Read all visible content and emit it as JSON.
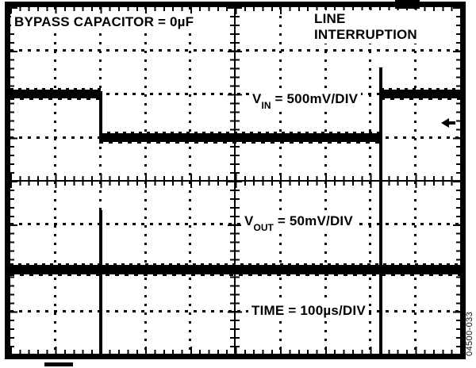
{
  "figure": {
    "annotation_top_left": "BYPASS CAPACITOR = 0µF",
    "annotation_top_right_line1": "LINE",
    "annotation_top_right_line2": "INTERRUPTION",
    "figure_number": "04500-033"
  },
  "labels": {
    "vin": {
      "symbol": "V",
      "subscript": "IN",
      "rest": " = 500mV/DIV"
    },
    "vout": {
      "symbol": "V",
      "subscript": "OUT",
      "rest": " = 50mV/DIV"
    },
    "time": "TIME = 100µs/DIV"
  },
  "colors": {
    "trace": "#000000",
    "background": "#ffffff",
    "text": "#000000"
  },
  "chart_data": {
    "type": "line",
    "title": "LINE INTERRUPTION",
    "subtitle": "BYPASS CAPACITOR = 0µF",
    "x_axis": {
      "label": "TIME",
      "scale": "100µs/DIV",
      "divisions": 10
    },
    "y_axis": {
      "divisions": 8
    },
    "grid": "oscilloscope graticule: dotted division lines, tick-marked center axes and borders",
    "legend_position": "text annotations inside plot",
    "series": [
      {
        "name": "VIN",
        "scale": "500mV/DIV",
        "units": "y in graticule divisions from top (1 div = 500mV)",
        "points_x_div_y_div": [
          [
            0,
            2.0
          ],
          [
            2.1,
            2.0
          ],
          [
            2.1,
            3.0
          ],
          [
            8.3,
            3.0
          ],
          [
            8.3,
            1.4
          ],
          [
            8.4,
            2.0
          ],
          [
            10,
            2.0
          ]
        ],
        "description": "Input steps down 1 division (500mV) for about 6.2 divisions (~620µs) then returns high with a ~0.6-division overshoot spike at the rising edge"
      },
      {
        "name": "VOUT",
        "scale": "50mV/DIV",
        "units": "y in graticule divisions from top (1 div = 50mV)",
        "points_x_div_y_div": [
          [
            0,
            6.0
          ],
          [
            10,
            6.0
          ]
        ],
        "transients": [
          {
            "x_div": 2.1,
            "spike_extent_y_div": [
              4.7,
              8.0
            ]
          },
          {
            "x_div": 8.3,
            "spike_extent_y_div": [
              1.4,
              8.0
            ]
          }
        ],
        "description": "Output stays flat at 6 divisions with narrow glitch spikes at both edges of the input interruption"
      }
    ],
    "markers": {
      "trigger_arrow": {
        "shape": "left-pointing arrow at right edge",
        "x_div": 9.6,
        "y_div": 2.6
      },
      "top_edge_marker_x_div": 8.7,
      "bottom_left_marker_x_div": 1.1
    }
  }
}
